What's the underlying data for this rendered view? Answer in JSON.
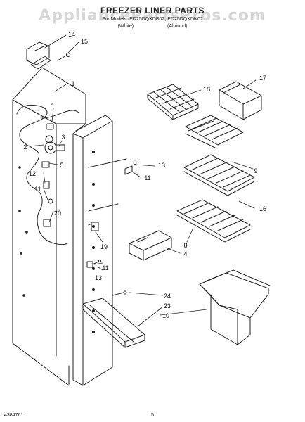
{
  "header": {
    "watermark": "AppliancePartsPros.com",
    "title": "FREEZER LINER PARTS",
    "models": "For Models: ED25DQXDB02, ED25DQXDN02",
    "color_left": "(White)",
    "color_right": "(Almond)"
  },
  "callouts": [
    "14",
    "15",
    "1",
    "17",
    "18",
    "6",
    "3",
    "2",
    "5",
    "13",
    "12",
    "11",
    "9",
    "16",
    "20",
    "11",
    "8",
    "4",
    "19",
    "11",
    "13",
    "24",
    "23",
    "10"
  ],
  "footer": {
    "doc_number": "4384761",
    "page_number": "5"
  }
}
